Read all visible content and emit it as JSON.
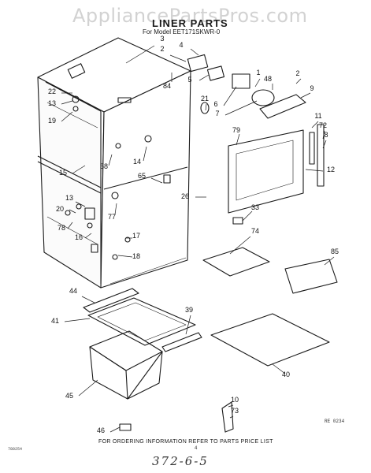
{
  "header": {
    "watermark": "AppliancePartsPros.com",
    "title": "LINER PARTS",
    "model_line": "For Model EET171SKWR-0"
  },
  "footer": {
    "instruction": "FOR ORDERING INFORMATION REFER TO PARTS PRICE LIST",
    "reference_code": "RE 0234",
    "page_number": "4",
    "left_code": "780254",
    "handwritten_note": "372-6-5"
  },
  "callouts": [
    "3",
    "2",
    "4",
    "5",
    "84",
    "1",
    "48",
    "2",
    "9",
    "22",
    "13",
    "19",
    "21",
    "6",
    "7",
    "11",
    "72",
    "8",
    "79",
    "15",
    "58",
    "14",
    "65",
    "12",
    "26",
    "33",
    "13",
    "20",
    "77",
    "78",
    "16",
    "17",
    "18",
    "74",
    "85",
    "44",
    "41",
    "39",
    "40",
    "45",
    "10",
    "73",
    "46"
  ]
}
